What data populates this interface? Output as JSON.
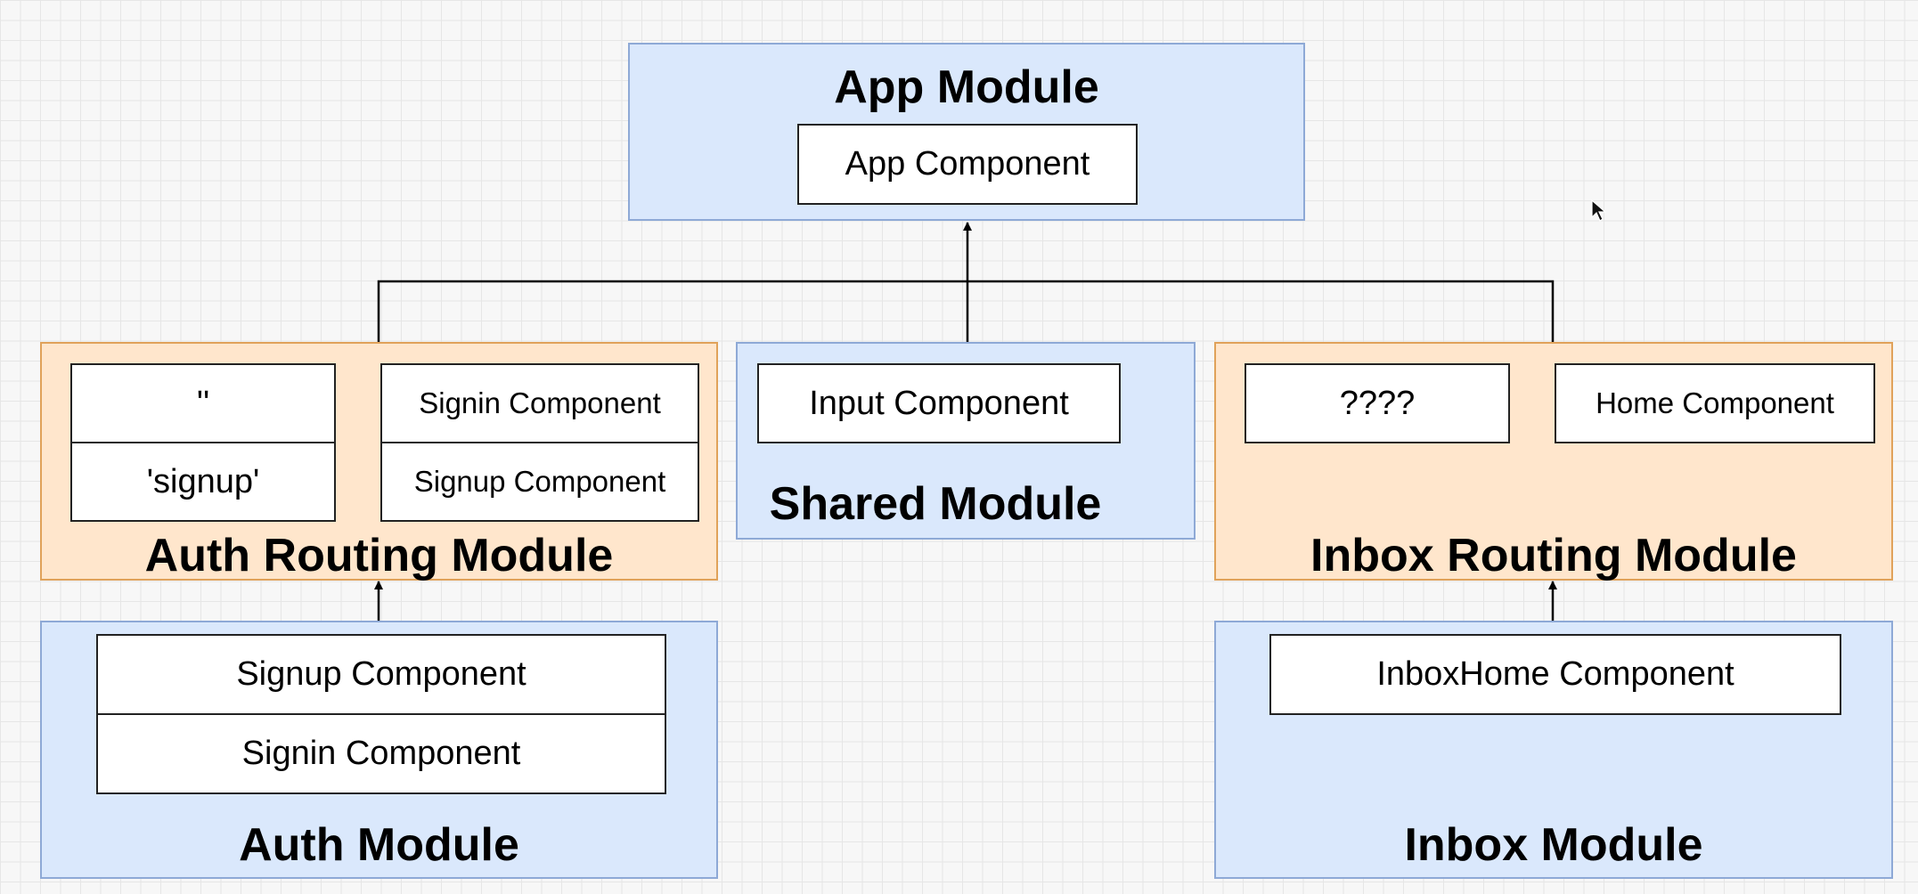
{
  "app_module": {
    "title": "App Module",
    "component": "App Component"
  },
  "auth_routing_module": {
    "title": "Auth Routing Module",
    "routes": [
      {
        "path": "''",
        "component": "Signin Component"
      },
      {
        "path": "'signup'",
        "component": "Signup Component"
      }
    ]
  },
  "shared_module": {
    "title": "Shared Module",
    "component": "Input Component"
  },
  "inbox_routing_module": {
    "title": "Inbox Routing Module",
    "routes": [
      {
        "path": "????",
        "component": "Home Component"
      }
    ]
  },
  "auth_module": {
    "title": "Auth Module",
    "components": [
      "Signup Component",
      "Signin Component"
    ]
  },
  "inbox_module": {
    "title": "Inbox Module",
    "components": [
      "InboxHome Component"
    ]
  }
}
